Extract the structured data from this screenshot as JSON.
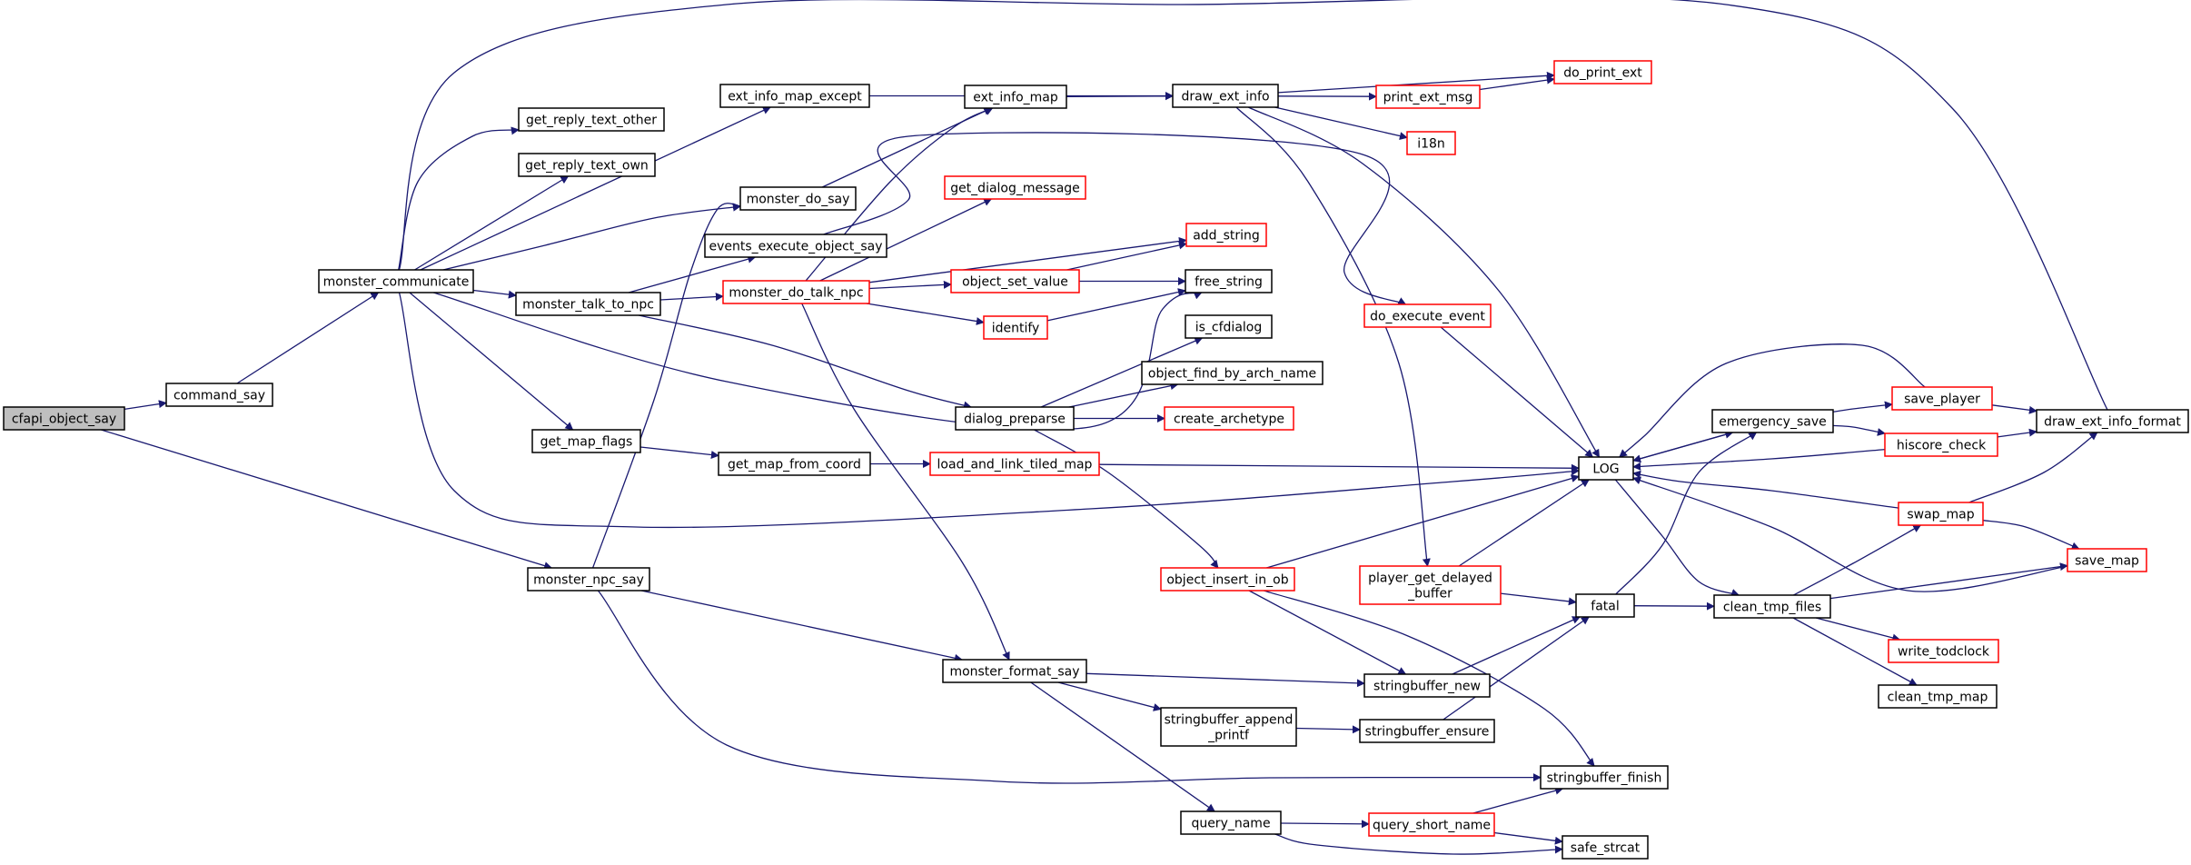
{
  "diagram": {
    "edge_color": "#191970",
    "node_fill": "#ffffff",
    "root_fill": "#bfbfbf",
    "border_colors": {
      "normal": "#000000",
      "truncated": "#ff0000"
    },
    "nodes": [
      {
        "id": "cfapi_object_say",
        "lines": [
          "cfapi_object_say"
        ],
        "style": "root"
      },
      {
        "id": "command_say",
        "lines": [
          "command_say"
        ],
        "style": "normal"
      },
      {
        "id": "monster_communicate",
        "lines": [
          "monster_communicate"
        ],
        "style": "normal"
      },
      {
        "id": "monster_npc_say",
        "lines": [
          "monster_npc_say"
        ],
        "style": "normal"
      },
      {
        "id": "get_reply_text_other",
        "lines": [
          "get_reply_text_other"
        ],
        "style": "normal"
      },
      {
        "id": "get_reply_text_own",
        "lines": [
          "get_reply_text_own"
        ],
        "style": "normal"
      },
      {
        "id": "ext_info_map_except",
        "lines": [
          "ext_info_map_except"
        ],
        "style": "normal"
      },
      {
        "id": "monster_do_say",
        "lines": [
          "monster_do_say"
        ],
        "style": "normal"
      },
      {
        "id": "events_execute_object_say",
        "lines": [
          "events_execute_object_say"
        ],
        "style": "normal"
      },
      {
        "id": "monster_talk_to_npc",
        "lines": [
          "monster_talk_to_npc"
        ],
        "style": "normal"
      },
      {
        "id": "get_map_flags",
        "lines": [
          "get_map_flags"
        ],
        "style": "normal"
      },
      {
        "id": "get_map_from_coord",
        "lines": [
          "get_map_from_coord"
        ],
        "style": "normal"
      },
      {
        "id": "ext_info_map",
        "lines": [
          "ext_info_map"
        ],
        "style": "normal"
      },
      {
        "id": "draw_ext_info",
        "lines": [
          "draw_ext_info"
        ],
        "style": "normal"
      },
      {
        "id": "get_dialog_message",
        "lines": [
          "get_dialog_message"
        ],
        "style": "truncated"
      },
      {
        "id": "monster_do_talk_npc",
        "lines": [
          "monster_do_talk_npc"
        ],
        "style": "truncated"
      },
      {
        "id": "object_set_value",
        "lines": [
          "object_set_value"
        ],
        "style": "truncated"
      },
      {
        "id": "identify",
        "lines": [
          "identify"
        ],
        "style": "truncated"
      },
      {
        "id": "add_string",
        "lines": [
          "add_string"
        ],
        "style": "truncated"
      },
      {
        "id": "free_string",
        "lines": [
          "free_string"
        ],
        "style": "normal"
      },
      {
        "id": "is_cfdialog",
        "lines": [
          "is_cfdialog"
        ],
        "style": "normal"
      },
      {
        "id": "object_find_by_arch_name",
        "lines": [
          "object_find_by_arch_name"
        ],
        "style": "normal"
      },
      {
        "id": "create_archetype",
        "lines": [
          "create_archetype"
        ],
        "style": "truncated"
      },
      {
        "id": "dialog_preparse",
        "lines": [
          "dialog_preparse"
        ],
        "style": "normal"
      },
      {
        "id": "load_and_link_tiled_map",
        "lines": [
          "load_and_link_tiled_map"
        ],
        "style": "truncated"
      },
      {
        "id": "print_ext_msg",
        "lines": [
          "print_ext_msg"
        ],
        "style": "truncated"
      },
      {
        "id": "do_print_ext",
        "lines": [
          "do_print_ext"
        ],
        "style": "truncated"
      },
      {
        "id": "i18n",
        "lines": [
          "i18n"
        ],
        "style": "truncated"
      },
      {
        "id": "do_execute_event",
        "lines": [
          "do_execute_event"
        ],
        "style": "truncated"
      },
      {
        "id": "LOG",
        "lines": [
          "LOG"
        ],
        "style": "normal"
      },
      {
        "id": "object_insert_in_ob",
        "lines": [
          "object_insert_in_ob"
        ],
        "style": "truncated"
      },
      {
        "id": "player_get_delayed_buffer",
        "lines": [
          "player_get_delayed",
          "_buffer"
        ],
        "style": "truncated"
      },
      {
        "id": "monster_format_say",
        "lines": [
          "monster_format_say"
        ],
        "style": "normal"
      },
      {
        "id": "stringbuffer_new",
        "lines": [
          "stringbuffer_new"
        ],
        "style": "normal"
      },
      {
        "id": "stringbuffer_append_printf",
        "lines": [
          "stringbuffer_append",
          "_printf"
        ],
        "style": "normal"
      },
      {
        "id": "stringbuffer_ensure",
        "lines": [
          "stringbuffer_ensure"
        ],
        "style": "normal"
      },
      {
        "id": "stringbuffer_finish",
        "lines": [
          "stringbuffer_finish"
        ],
        "style": "normal"
      },
      {
        "id": "query_name",
        "lines": [
          "query_name"
        ],
        "style": "normal"
      },
      {
        "id": "query_short_name",
        "lines": [
          "query_short_name"
        ],
        "style": "truncated"
      },
      {
        "id": "safe_strcat",
        "lines": [
          "safe_strcat"
        ],
        "style": "normal"
      },
      {
        "id": "fatal",
        "lines": [
          "fatal"
        ],
        "style": "normal"
      },
      {
        "id": "emergency_save",
        "lines": [
          "emergency_save"
        ],
        "style": "normal"
      },
      {
        "id": "clean_tmp_files",
        "lines": [
          "clean_tmp_files"
        ],
        "style": "normal"
      },
      {
        "id": "save_player",
        "lines": [
          "save_player"
        ],
        "style": "truncated"
      },
      {
        "id": "hiscore_check",
        "lines": [
          "hiscore_check"
        ],
        "style": "truncated"
      },
      {
        "id": "swap_map",
        "lines": [
          "swap_map"
        ],
        "style": "truncated"
      },
      {
        "id": "save_map",
        "lines": [
          "save_map"
        ],
        "style": "truncated"
      },
      {
        "id": "write_todclock",
        "lines": [
          "write_todclock"
        ],
        "style": "truncated"
      },
      {
        "id": "clean_tmp_map",
        "lines": [
          "clean_tmp_map"
        ],
        "style": "normal"
      },
      {
        "id": "draw_ext_info_format",
        "lines": [
          "draw_ext_info_format"
        ],
        "style": "normal"
      }
    ],
    "edges": [
      [
        "cfapi_object_say",
        "command_say"
      ],
      [
        "cfapi_object_say",
        "monster_npc_say"
      ],
      [
        "command_say",
        "monster_communicate"
      ],
      [
        "monster_communicate",
        "get_reply_text_other"
      ],
      [
        "monster_communicate",
        "get_reply_text_own"
      ],
      [
        "monster_communicate",
        "ext_info_map_except"
      ],
      [
        "monster_communicate",
        "monster_do_say"
      ],
      [
        "monster_communicate",
        "monster_talk_to_npc"
      ],
      [
        "monster_communicate",
        "get_map_flags"
      ],
      [
        "monster_communicate",
        "free_string"
      ],
      [
        "monster_communicate",
        "LOG"
      ],
      [
        "monster_communicate",
        "draw_ext_info_format"
      ],
      [
        "monster_npc_say",
        "monster_do_say"
      ],
      [
        "monster_npc_say",
        "monster_format_say"
      ],
      [
        "monster_npc_say",
        "stringbuffer_finish"
      ],
      [
        "ext_info_map_except",
        "draw_ext_info"
      ],
      [
        "monster_do_say",
        "ext_info_map"
      ],
      [
        "events_execute_object_say",
        "do_execute_event"
      ],
      [
        "monster_talk_to_npc",
        "events_execute_object_say"
      ],
      [
        "monster_talk_to_npc",
        "monster_do_talk_npc"
      ],
      [
        "monster_talk_to_npc",
        "dialog_preparse"
      ],
      [
        "get_map_flags",
        "get_map_from_coord"
      ],
      [
        "get_map_from_coord",
        "load_and_link_tiled_map"
      ],
      [
        "ext_info_map",
        "draw_ext_info"
      ],
      [
        "draw_ext_info",
        "do_print_ext"
      ],
      [
        "draw_ext_info",
        "print_ext_msg"
      ],
      [
        "draw_ext_info",
        "i18n"
      ],
      [
        "draw_ext_info",
        "LOG"
      ],
      [
        "draw_ext_info",
        "player_get_delayed_buffer"
      ],
      [
        "print_ext_msg",
        "do_print_ext"
      ],
      [
        "monster_do_talk_npc",
        "ext_info_map"
      ],
      [
        "monster_do_talk_npc",
        "get_dialog_message"
      ],
      [
        "monster_do_talk_npc",
        "add_string"
      ],
      [
        "monster_do_talk_npc",
        "object_set_value"
      ],
      [
        "monster_do_talk_npc",
        "identify"
      ],
      [
        "monster_do_talk_npc",
        "monster_format_say"
      ],
      [
        "object_set_value",
        "add_string"
      ],
      [
        "object_set_value",
        "free_string"
      ],
      [
        "identify",
        "free_string"
      ],
      [
        "dialog_preparse",
        "is_cfdialog"
      ],
      [
        "dialog_preparse",
        "object_find_by_arch_name"
      ],
      [
        "dialog_preparse",
        "create_archetype"
      ],
      [
        "dialog_preparse",
        "object_insert_in_ob"
      ],
      [
        "load_and_link_tiled_map",
        "LOG"
      ],
      [
        "do_execute_event",
        "LOG"
      ],
      [
        "object_insert_in_ob",
        "LOG"
      ],
      [
        "object_insert_in_ob",
        "stringbuffer_new"
      ],
      [
        "object_insert_in_ob",
        "stringbuffer_finish"
      ],
      [
        "player_get_delayed_buffer",
        "LOG"
      ],
      [
        "player_get_delayed_buffer",
        "fatal"
      ],
      [
        "monster_format_say",
        "stringbuffer_new"
      ],
      [
        "monster_format_say",
        "stringbuffer_append_printf"
      ],
      [
        "monster_format_say",
        "query_name"
      ],
      [
        "stringbuffer_new",
        "fatal"
      ],
      [
        "stringbuffer_append_printf",
        "stringbuffer_ensure"
      ],
      [
        "stringbuffer_ensure",
        "fatal"
      ],
      [
        "query_name",
        "query_short_name"
      ],
      [
        "query_name",
        "safe_strcat"
      ],
      [
        "query_short_name",
        "stringbuffer_finish"
      ],
      [
        "query_short_name",
        "safe_strcat"
      ],
      [
        "LOG",
        "emergency_save"
      ],
      [
        "LOG",
        "clean_tmp_files"
      ],
      [
        "fatal",
        "emergency_save"
      ],
      [
        "fatal",
        "clean_tmp_files"
      ],
      [
        "emergency_save",
        "LOG"
      ],
      [
        "emergency_save",
        "save_player"
      ],
      [
        "emergency_save",
        "hiscore_check"
      ],
      [
        "save_player",
        "LOG"
      ],
      [
        "save_player",
        "draw_ext_info_format"
      ],
      [
        "hiscore_check",
        "LOG"
      ],
      [
        "hiscore_check",
        "draw_ext_info_format"
      ],
      [
        "clean_tmp_files",
        "swap_map"
      ],
      [
        "clean_tmp_files",
        "save_map"
      ],
      [
        "clean_tmp_files",
        "write_todclock"
      ],
      [
        "clean_tmp_files",
        "clean_tmp_map"
      ],
      [
        "swap_map",
        "LOG"
      ],
      [
        "swap_map",
        "save_map"
      ],
      [
        "swap_map",
        "draw_ext_info_format"
      ],
      [
        "save_map",
        "LOG"
      ]
    ]
  }
}
